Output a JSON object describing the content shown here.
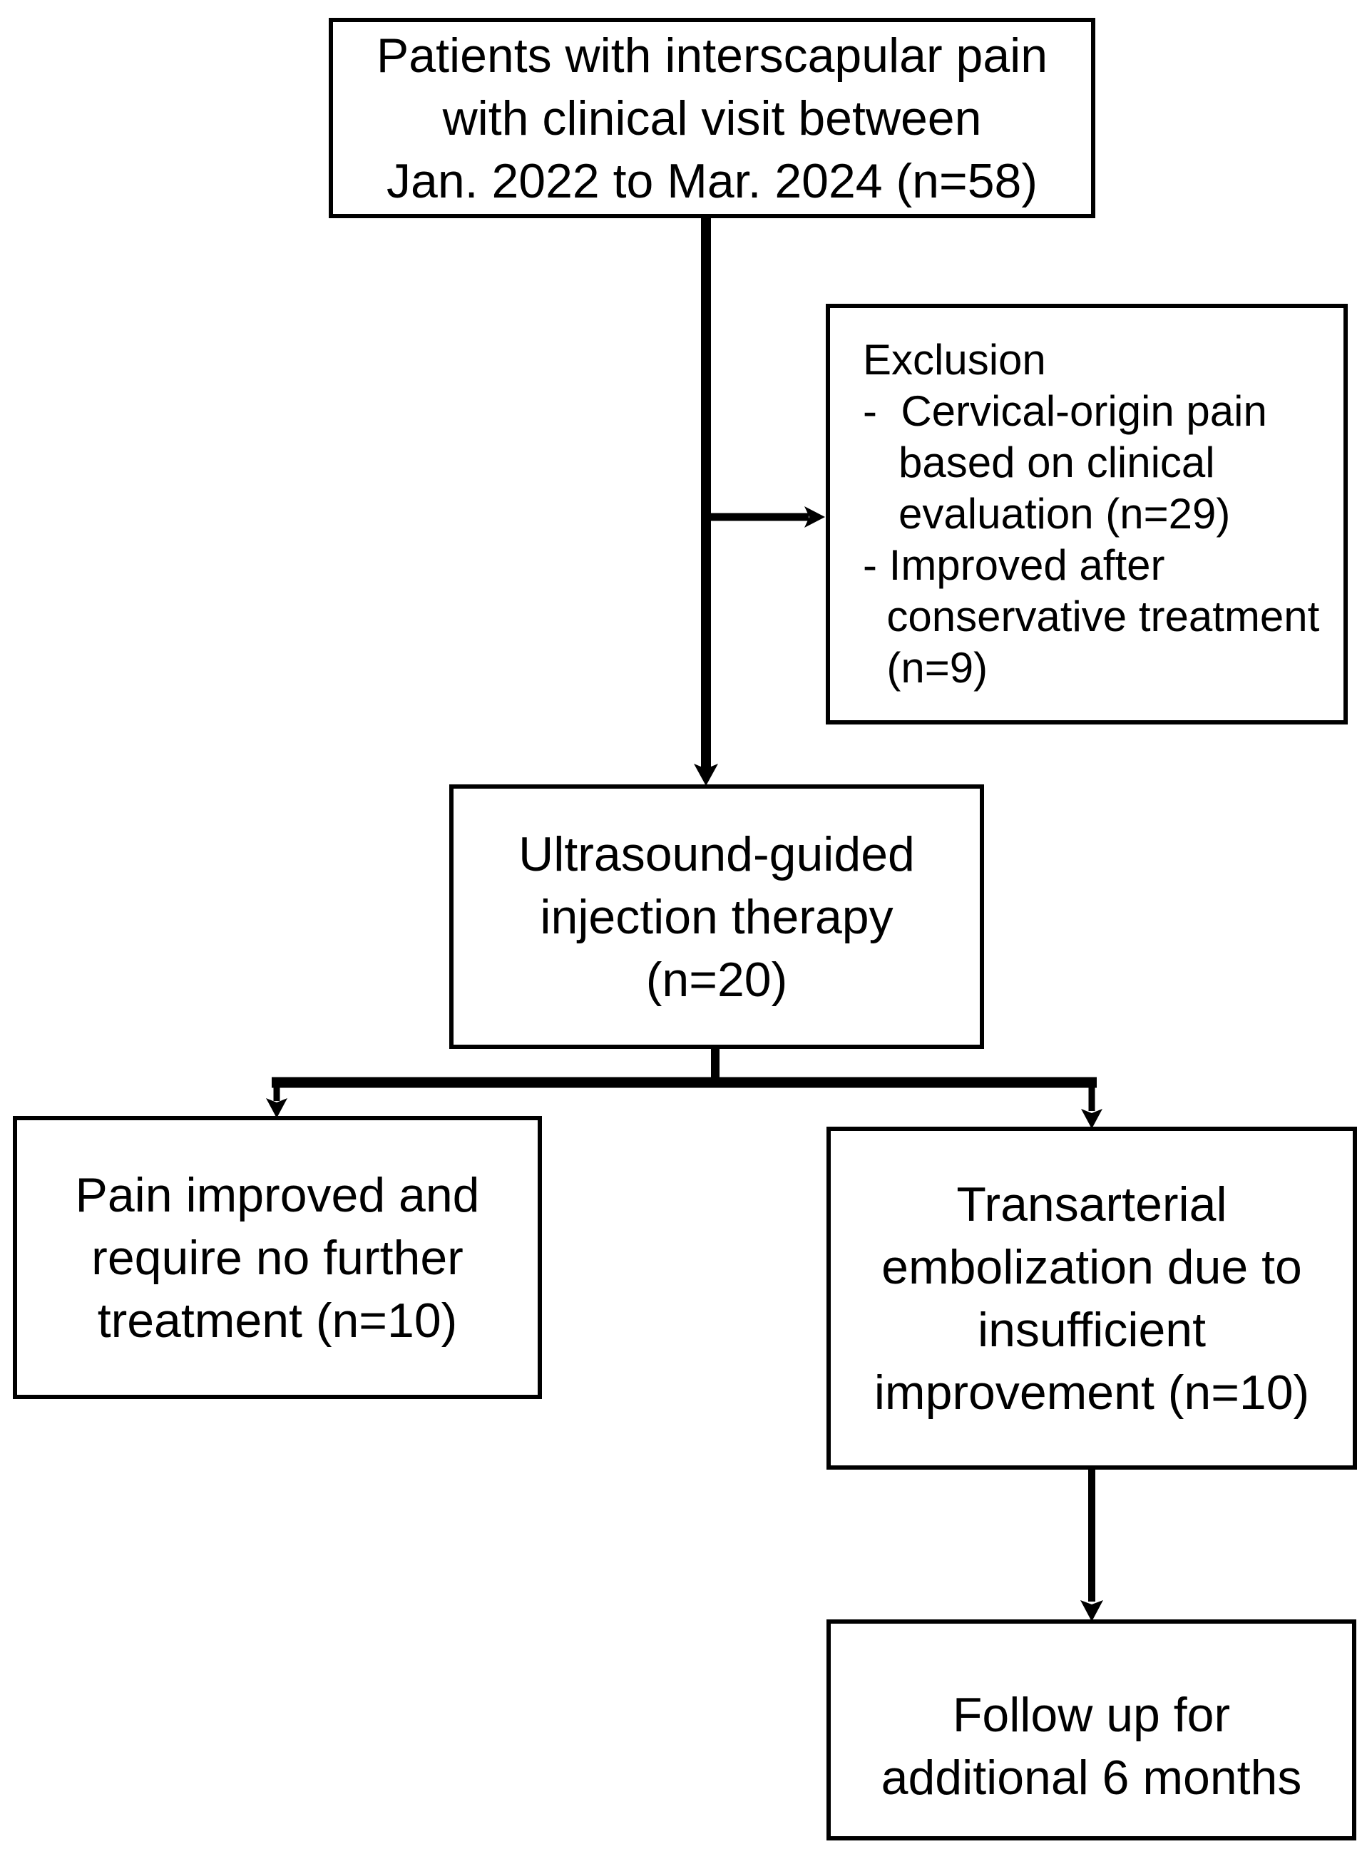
{
  "figure": {
    "type": "flowchart",
    "background": "#ffffff",
    "stroke_color": "#000000",
    "text_color": "#000000"
  },
  "nodes": {
    "enrollment": {
      "text": "Patients with interscapular pain\nwith clinical visit between\nJan. 2022 to Mar. 2024 (n=58)",
      "n": 58
    },
    "exclusion": {
      "text": "Exclusion\n-  Cervical-origin pain\n   based on clinical\n   evaluation (n=29)\n- Improved after\n  conservative treatment\n  (n=9)",
      "n_cervical_origin_pain": 29,
      "n_improved_after_conservative_treatment": 9
    },
    "injection": {
      "text": "Ultrasound-guided\ninjection therapy\n(n=20)",
      "n": 20
    },
    "improved": {
      "text": "Pain improved and\nrequire no further\ntreatment (n=10)",
      "n": 10
    },
    "embolization": {
      "text": "Transarterial\nembolization due to\ninsufficient\nimprovement (n=10)",
      "n": 10
    },
    "followup": {
      "text": "Follow up for\nadditional 6 months"
    }
  },
  "edges": [
    {
      "from": "enrollment",
      "to": "injection",
      "type": "arrow"
    },
    {
      "from": "enrollment",
      "to": "exclusion",
      "type": "arrow"
    },
    {
      "from": "injection",
      "to": "improved",
      "type": "arrow"
    },
    {
      "from": "injection",
      "to": "embolization",
      "type": "arrow"
    },
    {
      "from": "embolization",
      "to": "followup",
      "type": "arrow"
    }
  ]
}
